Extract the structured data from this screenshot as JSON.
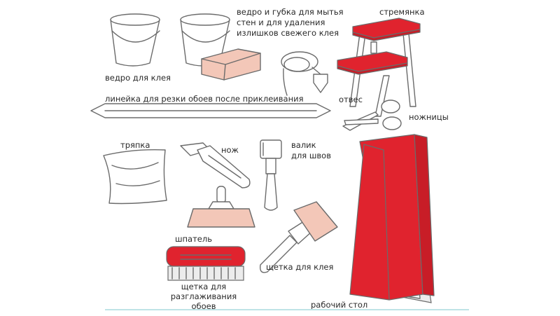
{
  "labels": {
    "glue_bucket": "ведро для клея",
    "wash_bucket": [
      "ведро и губка для мытья",
      "стен и для удаления",
      "излишков свежего клея"
    ],
    "stepladder": "стремянка",
    "ruler": "линейка для резки обоев после приклеивания",
    "plumb": "отвес",
    "scissors": "ножницы",
    "rag": "тряпка",
    "knife": "нож",
    "seam_roller": [
      "валик",
      "для швов"
    ],
    "spatula": "шпатель",
    "glue_brush": "щетка для клея",
    "smoothing_brush": [
      "щетка для",
      "разглаживания",
      "обоев"
    ],
    "work_table": "рабочий стол"
  },
  "colors": {
    "accent_red": "#e0232e",
    "accent_pink": "#f3c7b8",
    "outline": "#6b6b6b",
    "divider": "#bfe3e6"
  }
}
